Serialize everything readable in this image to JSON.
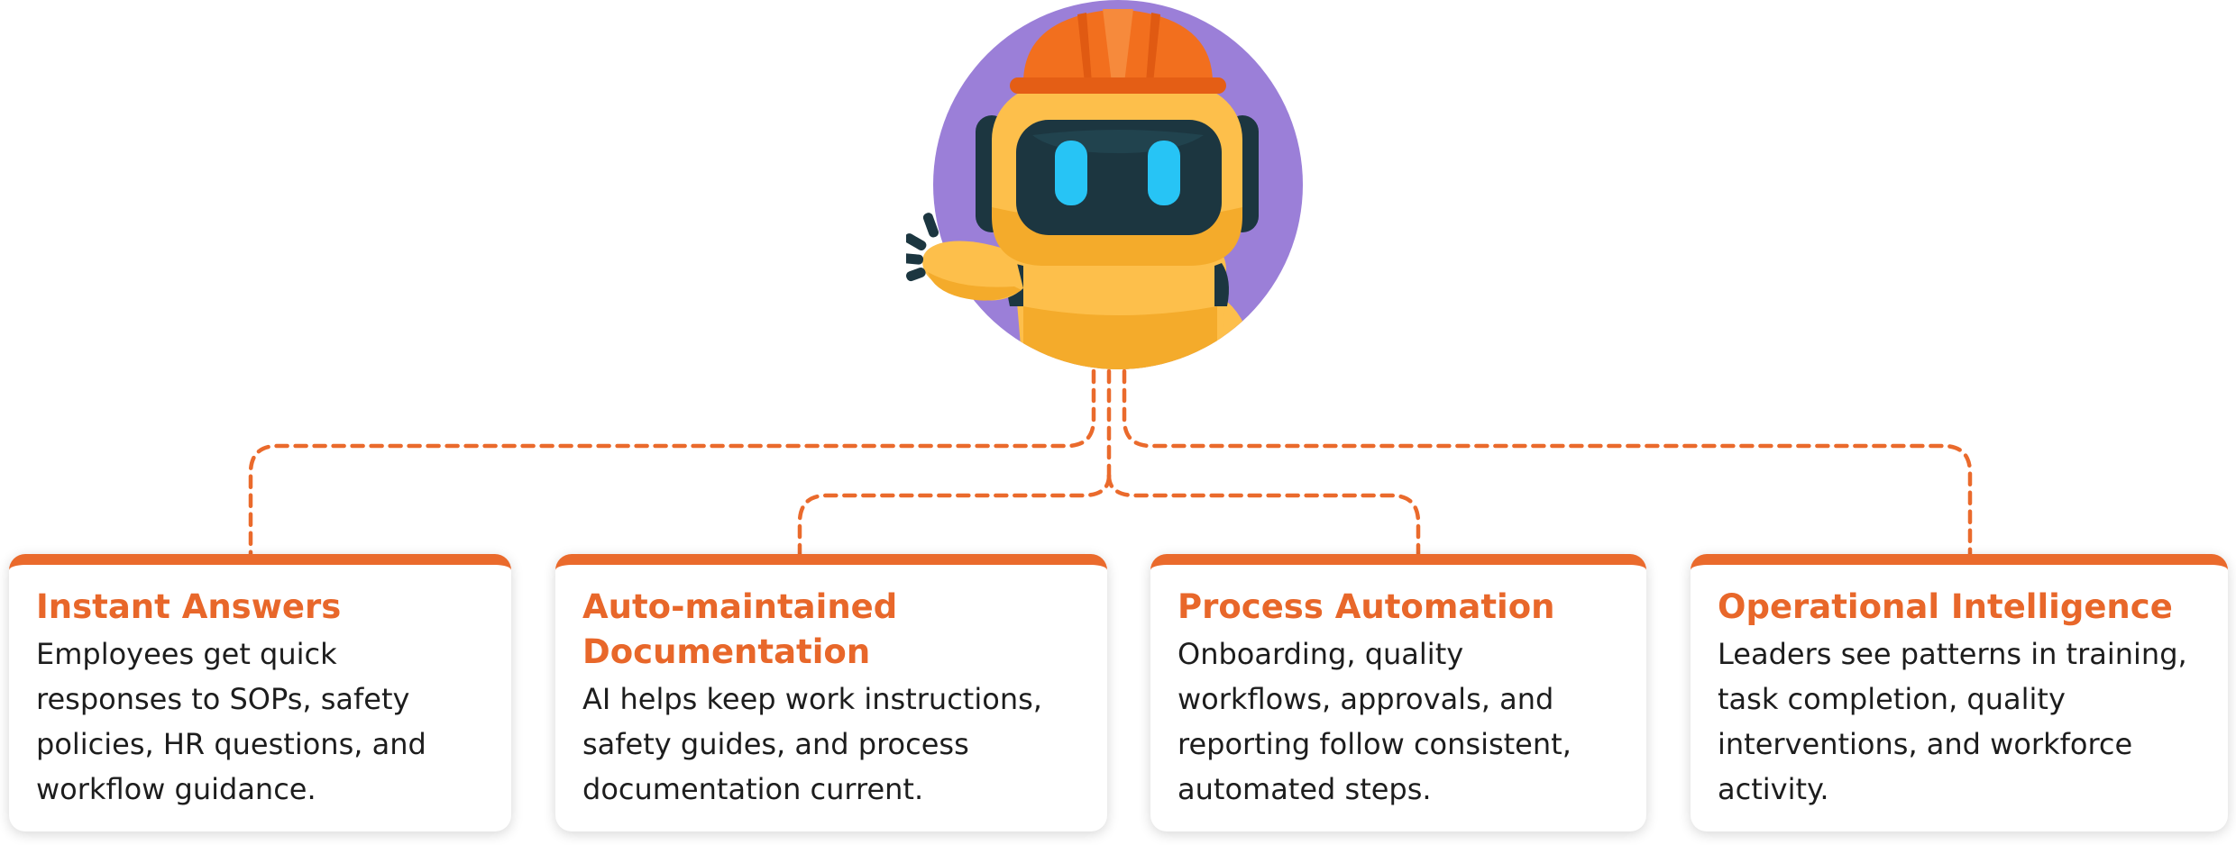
{
  "colors": {
    "accent": "#ea6a2c",
    "heading": "#e8672a",
    "text": "#1d1d1d",
    "robot_circle": "#9b7fd8",
    "robot_body": "#fdbf4b",
    "robot_helmet": "#f26f1e",
    "robot_visor": "#1c3640",
    "robot_eyes": "#27c4f5"
  },
  "robot": {
    "icon": "robot-mascot-icon"
  },
  "cards": [
    {
      "title": "Instant Answers",
      "body": "Employees get quick responses to SOPs, safety policies, HR questions, and workflow guidance."
    },
    {
      "title": "Auto-maintained Documentation",
      "body": "AI helps keep work instructions, safety guides, and process documentation current."
    },
    {
      "title": "Process Automation",
      "body": "Onboarding, quality workflows, approvals, and reporting follow consistent, automated steps."
    },
    {
      "title": "Operational Intelligence",
      "body": "Leaders see patterns in training, task completion, quality interventions, and workforce activity."
    }
  ]
}
